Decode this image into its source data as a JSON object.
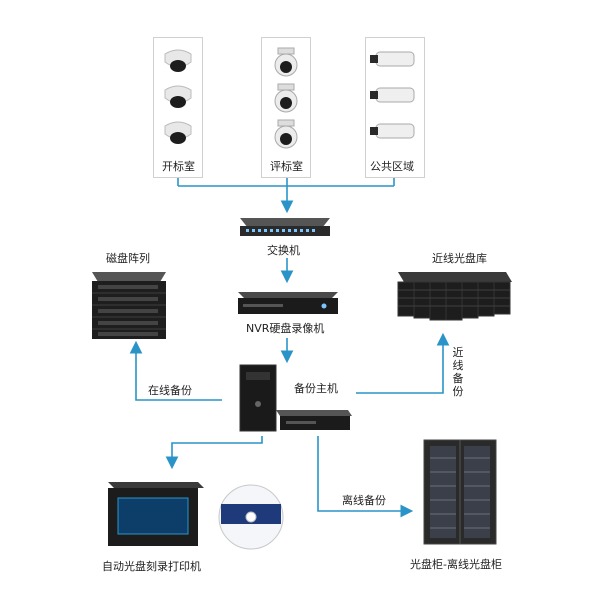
{
  "cameras": {
    "room1": "开标室",
    "room2": "评标室",
    "room3": "公共区域"
  },
  "devices": {
    "switch": "交换机",
    "nvr": "NVR硬盘录像机",
    "backup_host": "备份主机",
    "disk_array": "磁盘阵列",
    "nearline": "近线光盘库",
    "printer": "自动光盘刻录打印机",
    "cabinet": "光盘柜-离线光盘柜"
  },
  "flows": {
    "online": "在线备份",
    "nearline": "近线备份",
    "offline": "离线备份"
  },
  "colors": {
    "line": "#2a94c9",
    "device_dark": "#1f1f1f"
  }
}
